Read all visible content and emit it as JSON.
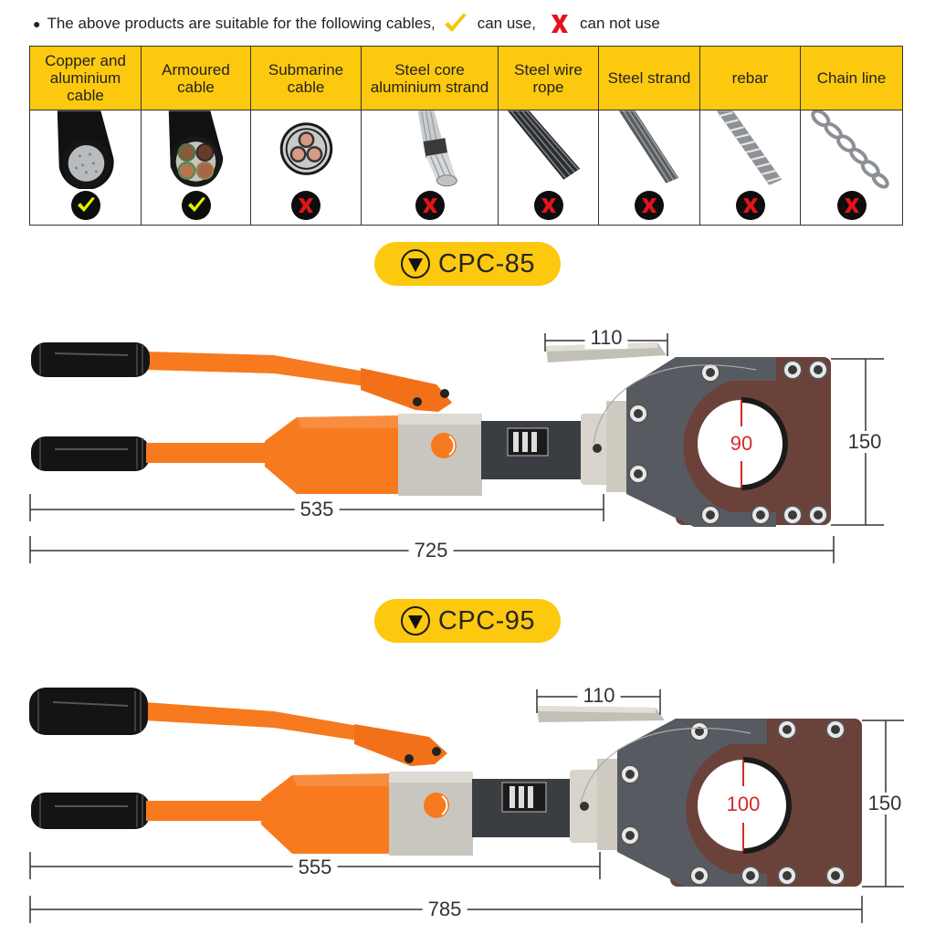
{
  "legend": {
    "text": "The above products are suitable for the following cables,",
    "can_use_label": "can use,",
    "can_not_use_label": "can not use",
    "can_use_icon": "yellow-check-icon",
    "can_not_use_icon": "red-x-icon"
  },
  "cables": [
    {
      "label": "Copper and aluminium cable",
      "image": "copper-aluminium-cable-icon",
      "usable": true
    },
    {
      "label": "Armoured cable",
      "image": "armoured-cable-icon",
      "usable": true
    },
    {
      "label": "Submarine cable",
      "image": "submarine-cable-icon",
      "usable": false
    },
    {
      "label": "Steel core aluminium strand",
      "image": "steel-core-strand-icon",
      "usable": false
    },
    {
      "label": "Steel wire rope",
      "image": "steel-wire-rope-icon",
      "usable": false
    },
    {
      "label": "Steel strand",
      "image": "steel-strand-icon",
      "usable": false
    },
    {
      "label": "rebar",
      "image": "rebar-icon",
      "usable": false
    },
    {
      "label": "Chain line",
      "image": "chain-icon",
      "usable": false
    }
  ],
  "models": [
    {
      "name": "CPC-85",
      "dimensions": {
        "handle_length": "110",
        "jaw_opening": "90",
        "head_height": "150",
        "body_length": "535",
        "total_length": "725"
      }
    },
    {
      "name": "CPC-95",
      "dimensions": {
        "handle_length": "110",
        "jaw_opening": "100",
        "head_height": "150",
        "body_length": "555",
        "total_length": "785"
      }
    }
  ],
  "colors": {
    "accent_yellow": "#fdc90f",
    "check_yellow": "#e8f000",
    "cross_red": "#e3121b",
    "handle_orange": "#f77a1e",
    "dimension_red": "#d42a2a"
  }
}
